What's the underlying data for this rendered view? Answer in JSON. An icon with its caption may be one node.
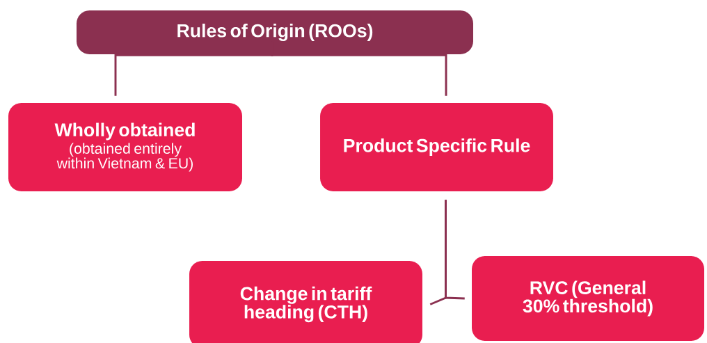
{
  "diagram": {
    "nodes": [
      {
        "text": [
          "Rules of Origin (ROOs)"
        ]
      },
      {
        "text": [
          "Wholly obtained",
          "(obtained entirely within Vietnam & EU)"
        ]
      },
      {
        "text": [
          "Product Specific Rule"
        ]
      },
      {
        "text": [
          "Change in tariff heading (CTH)"
        ]
      },
      {
        "text": [
          "RVC (General 30% threshold)"
        ]
      }
    ],
    "edges": [
      {
        "from": 0,
        "to": 1,
        "arrow": "none"
      },
      {
        "from": 0,
        "to": 2,
        "arrow": "none"
      },
      {
        "from": 2,
        "to": 3,
        "arrow": "none"
      },
      {
        "from": 2,
        "to": 4,
        "arrow": "none"
      }
    ]
  }
}
